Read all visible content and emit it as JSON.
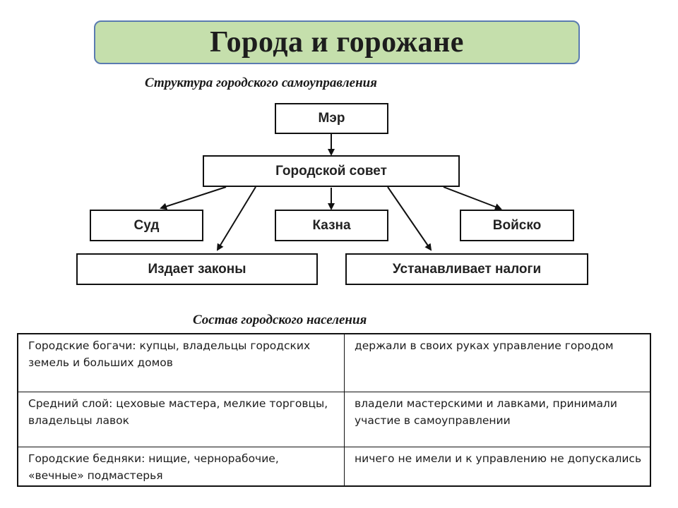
{
  "title": "Города и горожане",
  "structure": {
    "heading": "Структура городского самоуправления",
    "mayor": "Мэр",
    "council": "Городской совет",
    "court": "Суд",
    "treasury": "Казна",
    "army": "Войско",
    "laws": "Издает законы",
    "taxes": "Устанавливает налоги"
  },
  "population": {
    "heading": "Состав городского населения",
    "rows": [
      {
        "group": "Городские богачи: купцы, владельцы городских земель и больших домов",
        "role": "держали в своих руках управление городом"
      },
      {
        "group": "Средний слой: цеховые мастера, мелкие торговцы, владельцы лавок",
        "role": "владели мастерскими и лавками, принимали участие в самоуправлении"
      },
      {
        "group": "Городские бедняки: нищие, чернорабочие, «вечные» подмастерья",
        "role": "ничего не имели и к управлению не допускались"
      }
    ]
  }
}
